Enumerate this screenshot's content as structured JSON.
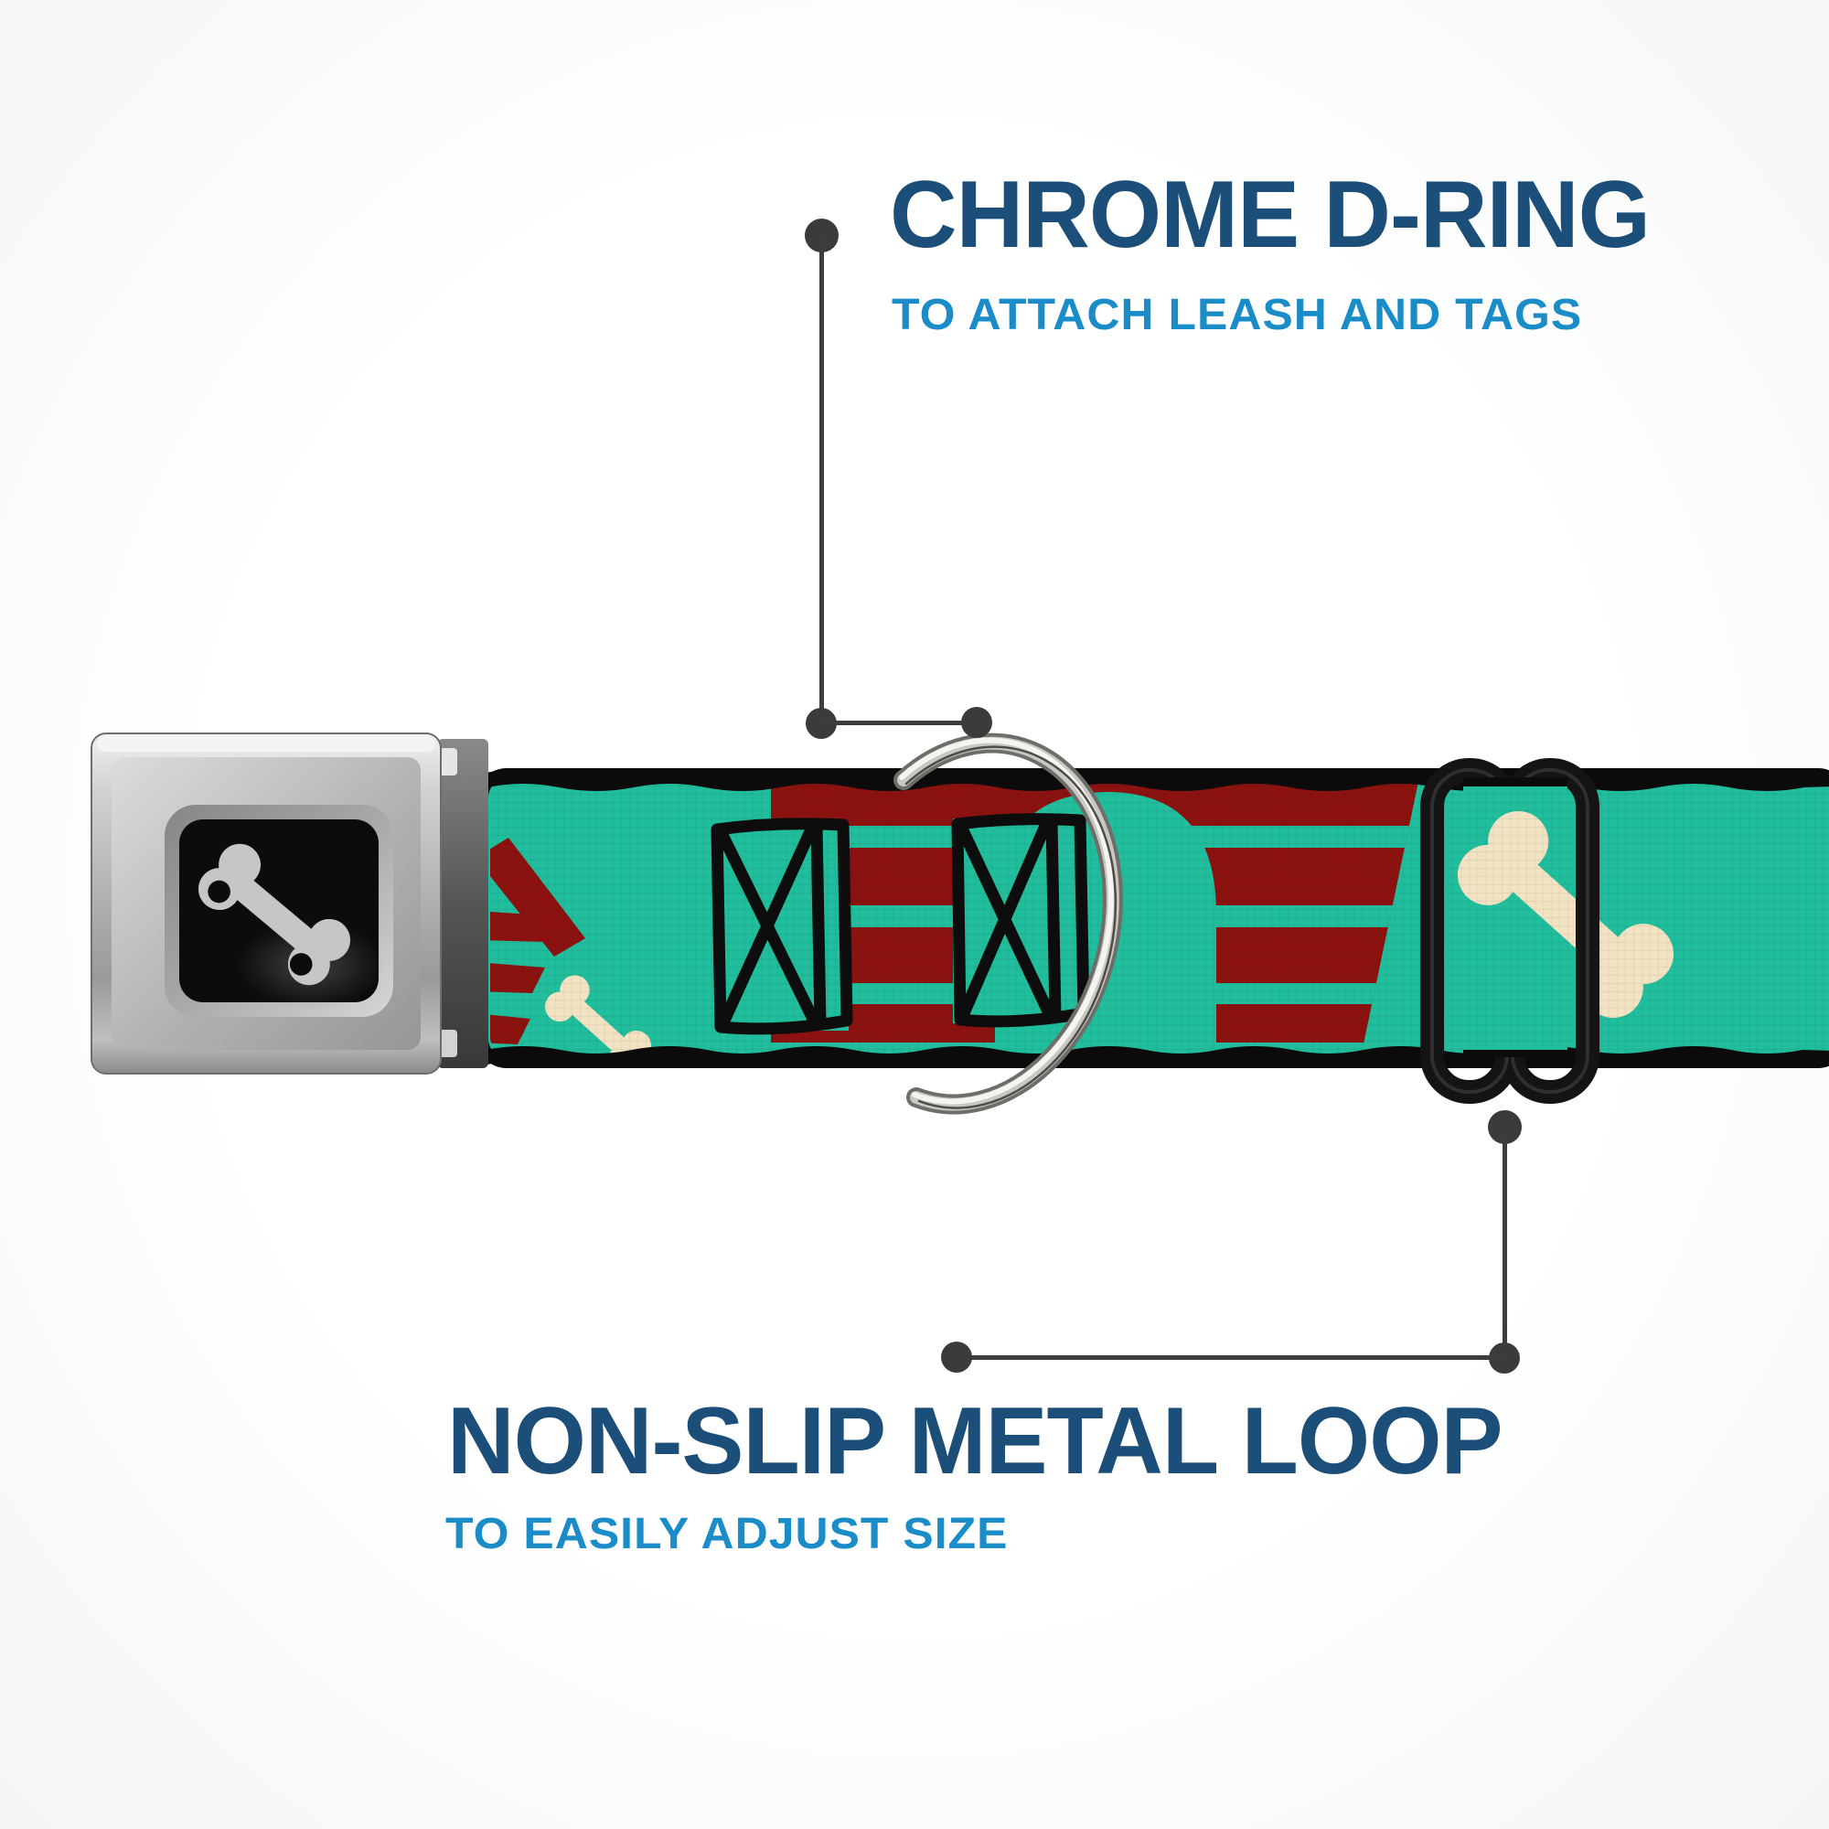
{
  "image_type": "product-feature-annotation",
  "callouts": {
    "top": {
      "title": "CHROME D-RING",
      "subtitle": "TO ATTACH LEASH AND TAGS"
    },
    "bottom": {
      "title": "NON-SLIP METAL LOOP",
      "subtitle": "TO EASILY ADJUST SIZE"
    }
  },
  "colors": {
    "title_navy": "#1B4E78",
    "subtitle_blue": "#1A8DC9",
    "callout_gray": "#3B3B3B",
    "strap_teal": "#21BE9D",
    "pattern_dark_red": "#8C1210",
    "pattern_cream_bone": "#F2E3C3",
    "pattern_sketch_black": "#0D0D0D",
    "buckle_silver": "#B7B7B7",
    "buckle_window_black": "#0C0C0C",
    "buckle_bone_gray": "#C6C6C6",
    "dring_chrome": "#C9C7C2",
    "adjuster_black": "#161616"
  },
  "parts": {
    "buckle": "seatbelt-buckle-with-bone-logo",
    "ring": "chrome-d-ring",
    "loop": "black-metal-adjuster-loop",
    "strap": "teal-webbing-with-barn-windows-and-bones-pattern"
  }
}
